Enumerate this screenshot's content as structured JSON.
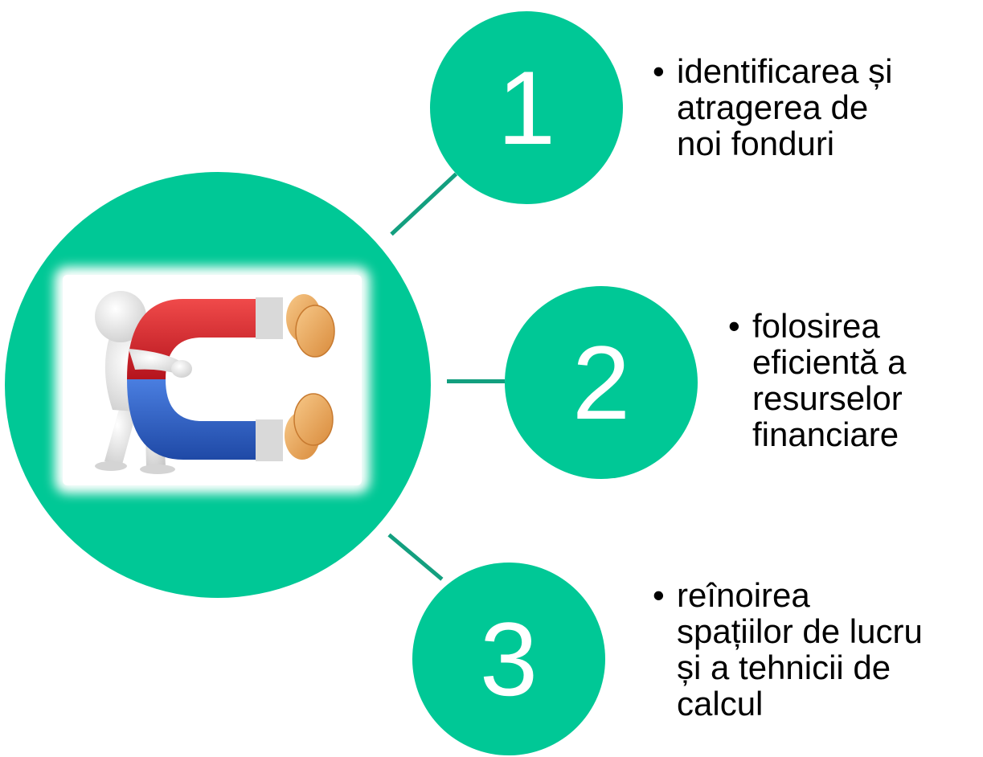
{
  "diagram": {
    "center": {
      "illustration": "magnet-attracting-coins-illustration"
    },
    "items": [
      {
        "number": "1",
        "bullet": "•",
        "text": "identificarea și\natragerea de\nnoi fonduri"
      },
      {
        "number": "2",
        "bullet": "•",
        "text": "folosirea\neficientă a\nresurselor\nfinanciare"
      },
      {
        "number": "3",
        "bullet": "•",
        "text": "reînoirea\nspațiilor de lucru\nși a tehnicii de\ncalcul"
      }
    ]
  },
  "colors": {
    "circle_fill": "#00c896",
    "connector": "#139f7f",
    "number_text": "#ffffff",
    "body_text": "#000000",
    "magnet_red": "#d8232a",
    "magnet_blue": "#2f63c8",
    "coin_gold": "#e8a254"
  }
}
